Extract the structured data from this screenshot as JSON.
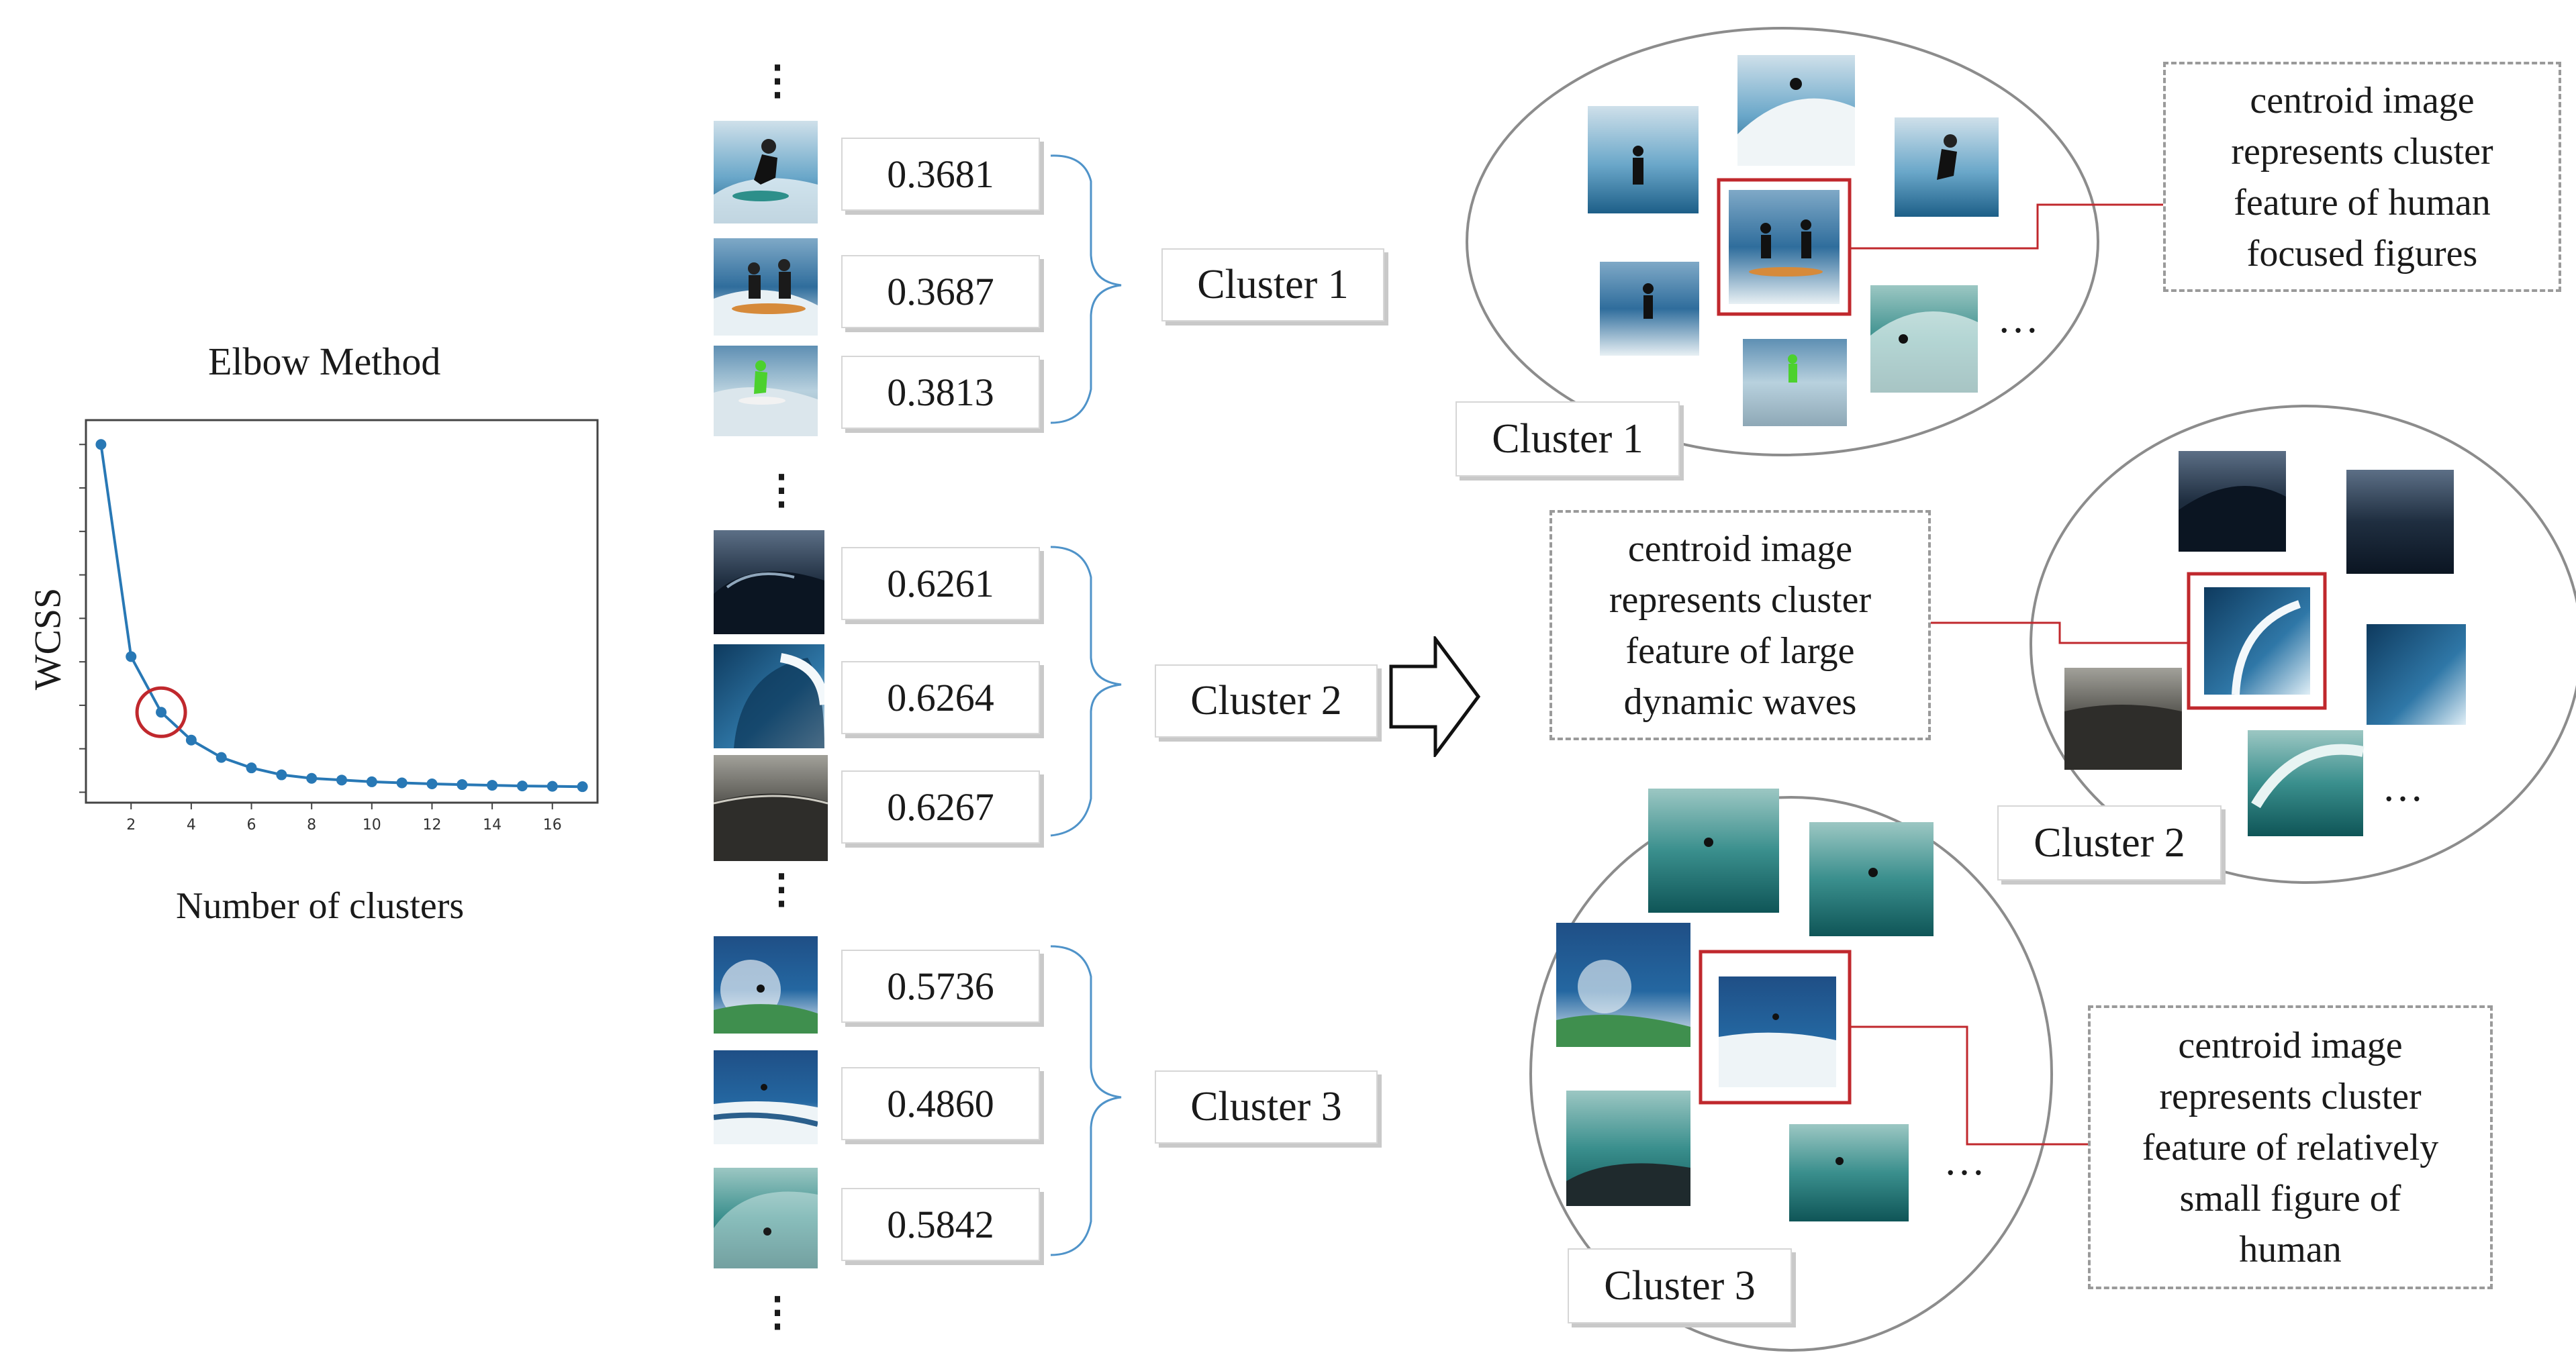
{
  "elbow_chart": {
    "title": "Elbow Method",
    "xlabel": "Number of clusters",
    "ylabel": "WCSS"
  },
  "chart_data": {
    "type": "line",
    "title": "Elbow Method",
    "xlabel": "Number of clusters",
    "ylabel": "WCSS",
    "x": [
      1,
      2,
      3,
      4,
      5,
      6,
      7,
      8,
      9,
      10,
      11,
      12,
      13,
      14,
      15,
      16,
      17
    ],
    "y": [
      1.0,
      0.39,
      0.23,
      0.15,
      0.1,
      0.07,
      0.05,
      0.04,
      0.035,
      0.03,
      0.027,
      0.024,
      0.022,
      0.02,
      0.018,
      0.017,
      0.016
    ],
    "xticks": [
      "2",
      "4",
      "6",
      "8",
      "10",
      "12",
      "14",
      "16"
    ],
    "xlim": [
      0.5,
      17.5
    ],
    "ylim": [
      -0.03,
      1.07
    ],
    "highlight_x": 3,
    "line_color": "#2878b5",
    "highlight_color": "#c0282d",
    "grid": false
  },
  "middle": {
    "dots": "⋮",
    "groups": [
      {
        "cluster_label": "Cluster 1",
        "scores": [
          "0.3681",
          "0.3687",
          "0.3813"
        ],
        "thumb_themes": [
          "surfer-crouch",
          "tandem-surfers",
          "green-suit-surfer"
        ]
      },
      {
        "cluster_label": "Cluster 2",
        "scores": [
          "0.6261",
          "0.6264",
          "0.6267"
        ],
        "thumb_themes": [
          "dark-wave",
          "big-barrel",
          "grey-sea"
        ]
      },
      {
        "cluster_label": "Cluster 3",
        "scores": [
          "0.5736",
          "0.4860",
          "0.5842"
        ],
        "thumb_themes": [
          "spray-turn",
          "small-rider",
          "green-tube"
        ]
      }
    ]
  },
  "right": {
    "ellipsis": "…",
    "clusters": [
      {
        "label": "Cluster 1",
        "description": [
          "centroid image",
          "represents cluster",
          "feature of human",
          "focused figures"
        ]
      },
      {
        "label": "Cluster 2",
        "description": [
          "centroid image",
          "represents cluster",
          "feature of large",
          "dynamic waves"
        ]
      },
      {
        "label": "Cluster 3",
        "description": [
          "centroid image",
          "represents cluster",
          "feature of relatively",
          "small figure of",
          "human"
        ]
      }
    ]
  },
  "colors": {
    "accent_red": "#c0282d",
    "bracket": "#4f93c9",
    "ellipse_stroke": "#8c8c8c",
    "dashed_border": "#9a9a9a"
  }
}
